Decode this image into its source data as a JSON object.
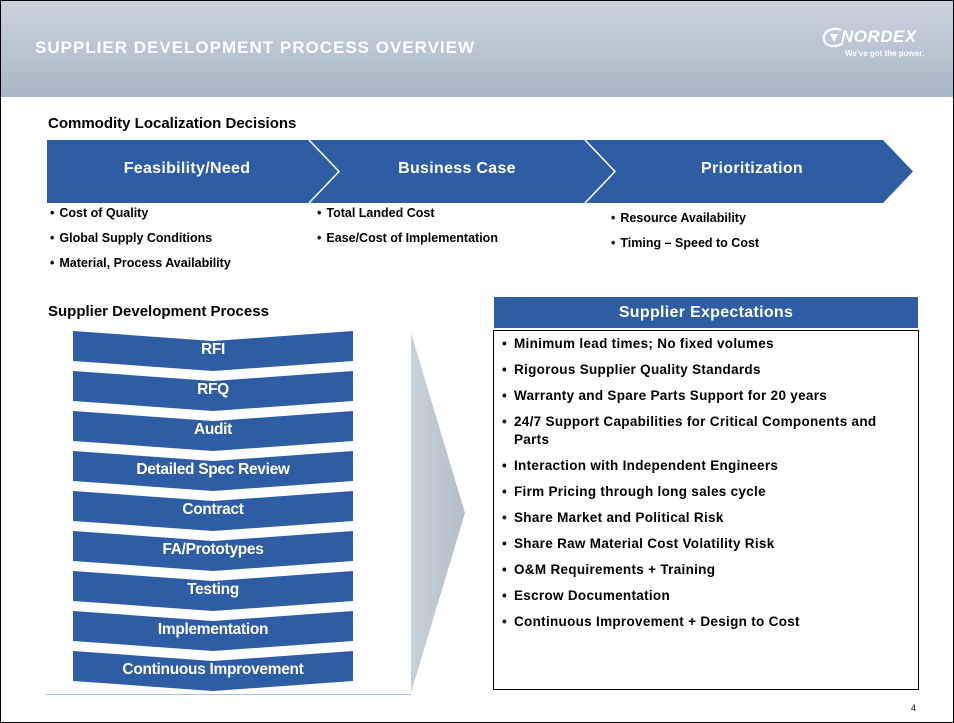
{
  "header": {
    "title": "SUPPLIER DEVELOPMENT PROCESS OVERVIEW",
    "logo_text": "NORDEX",
    "logo_tagline": "We've got the power."
  },
  "commodity": {
    "title": "Commodity Localization Decisions",
    "stages": [
      "Feasibility/Need",
      "Business Case",
      "Prioritization"
    ],
    "bullets": [
      [
        "Cost of Quality",
        "Global Supply Conditions",
        "Material, Process Availability"
      ],
      [
        "Total Landed Cost",
        "Ease/Cost of Implementation"
      ],
      [
        "Resource Availability",
        "Timing – Speed to Cost"
      ]
    ],
    "color": "#2e5da4"
  },
  "process": {
    "title": "Supplier Development Process",
    "steps": [
      "RFI",
      "RFQ",
      "Audit",
      "Detailed Spec Review",
      "Contract",
      "FA/Prototypes",
      "Testing",
      "Implementation",
      "Continuous Improvement"
    ]
  },
  "expectations": {
    "title": "Supplier Expectations",
    "items": [
      "Minimum lead times; No fixed volumes",
      "Rigorous Supplier Quality Standards",
      "Warranty and Spare Parts Support for 20 years",
      "24/7 Support Capabilities for Critical Components and Parts",
      "Interaction with Independent Engineers",
      "Firm Pricing through long sales cycle",
      "Share Market and Political Risk",
      "Share Raw Material Cost Volatility Risk",
      "O&M Requirements + Training",
      "Escrow Documentation",
      "Continuous Improvement + Design to Cost"
    ]
  },
  "footer": {
    "page_number": "4"
  }
}
